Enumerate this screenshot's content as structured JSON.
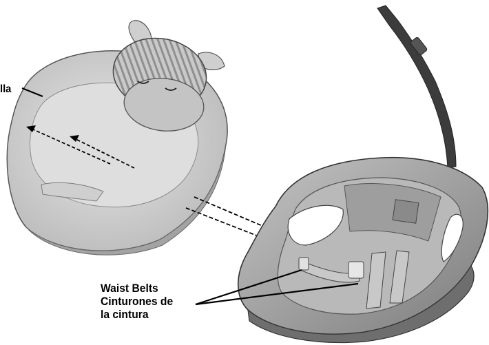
{
  "labels": {
    "pad": "lla",
    "belts_line1": "Waist Belts",
    "belts_line2": "Cinturones de",
    "belts_line3": "la cintura"
  },
  "colors": {
    "seat_shell": "#a9a9a9",
    "seat_shell_dark": "#6e6e6e",
    "pad_fabric": "#d6d6d6",
    "pad_shadow": "#b8b8b8",
    "leader_lines": "#000000"
  }
}
